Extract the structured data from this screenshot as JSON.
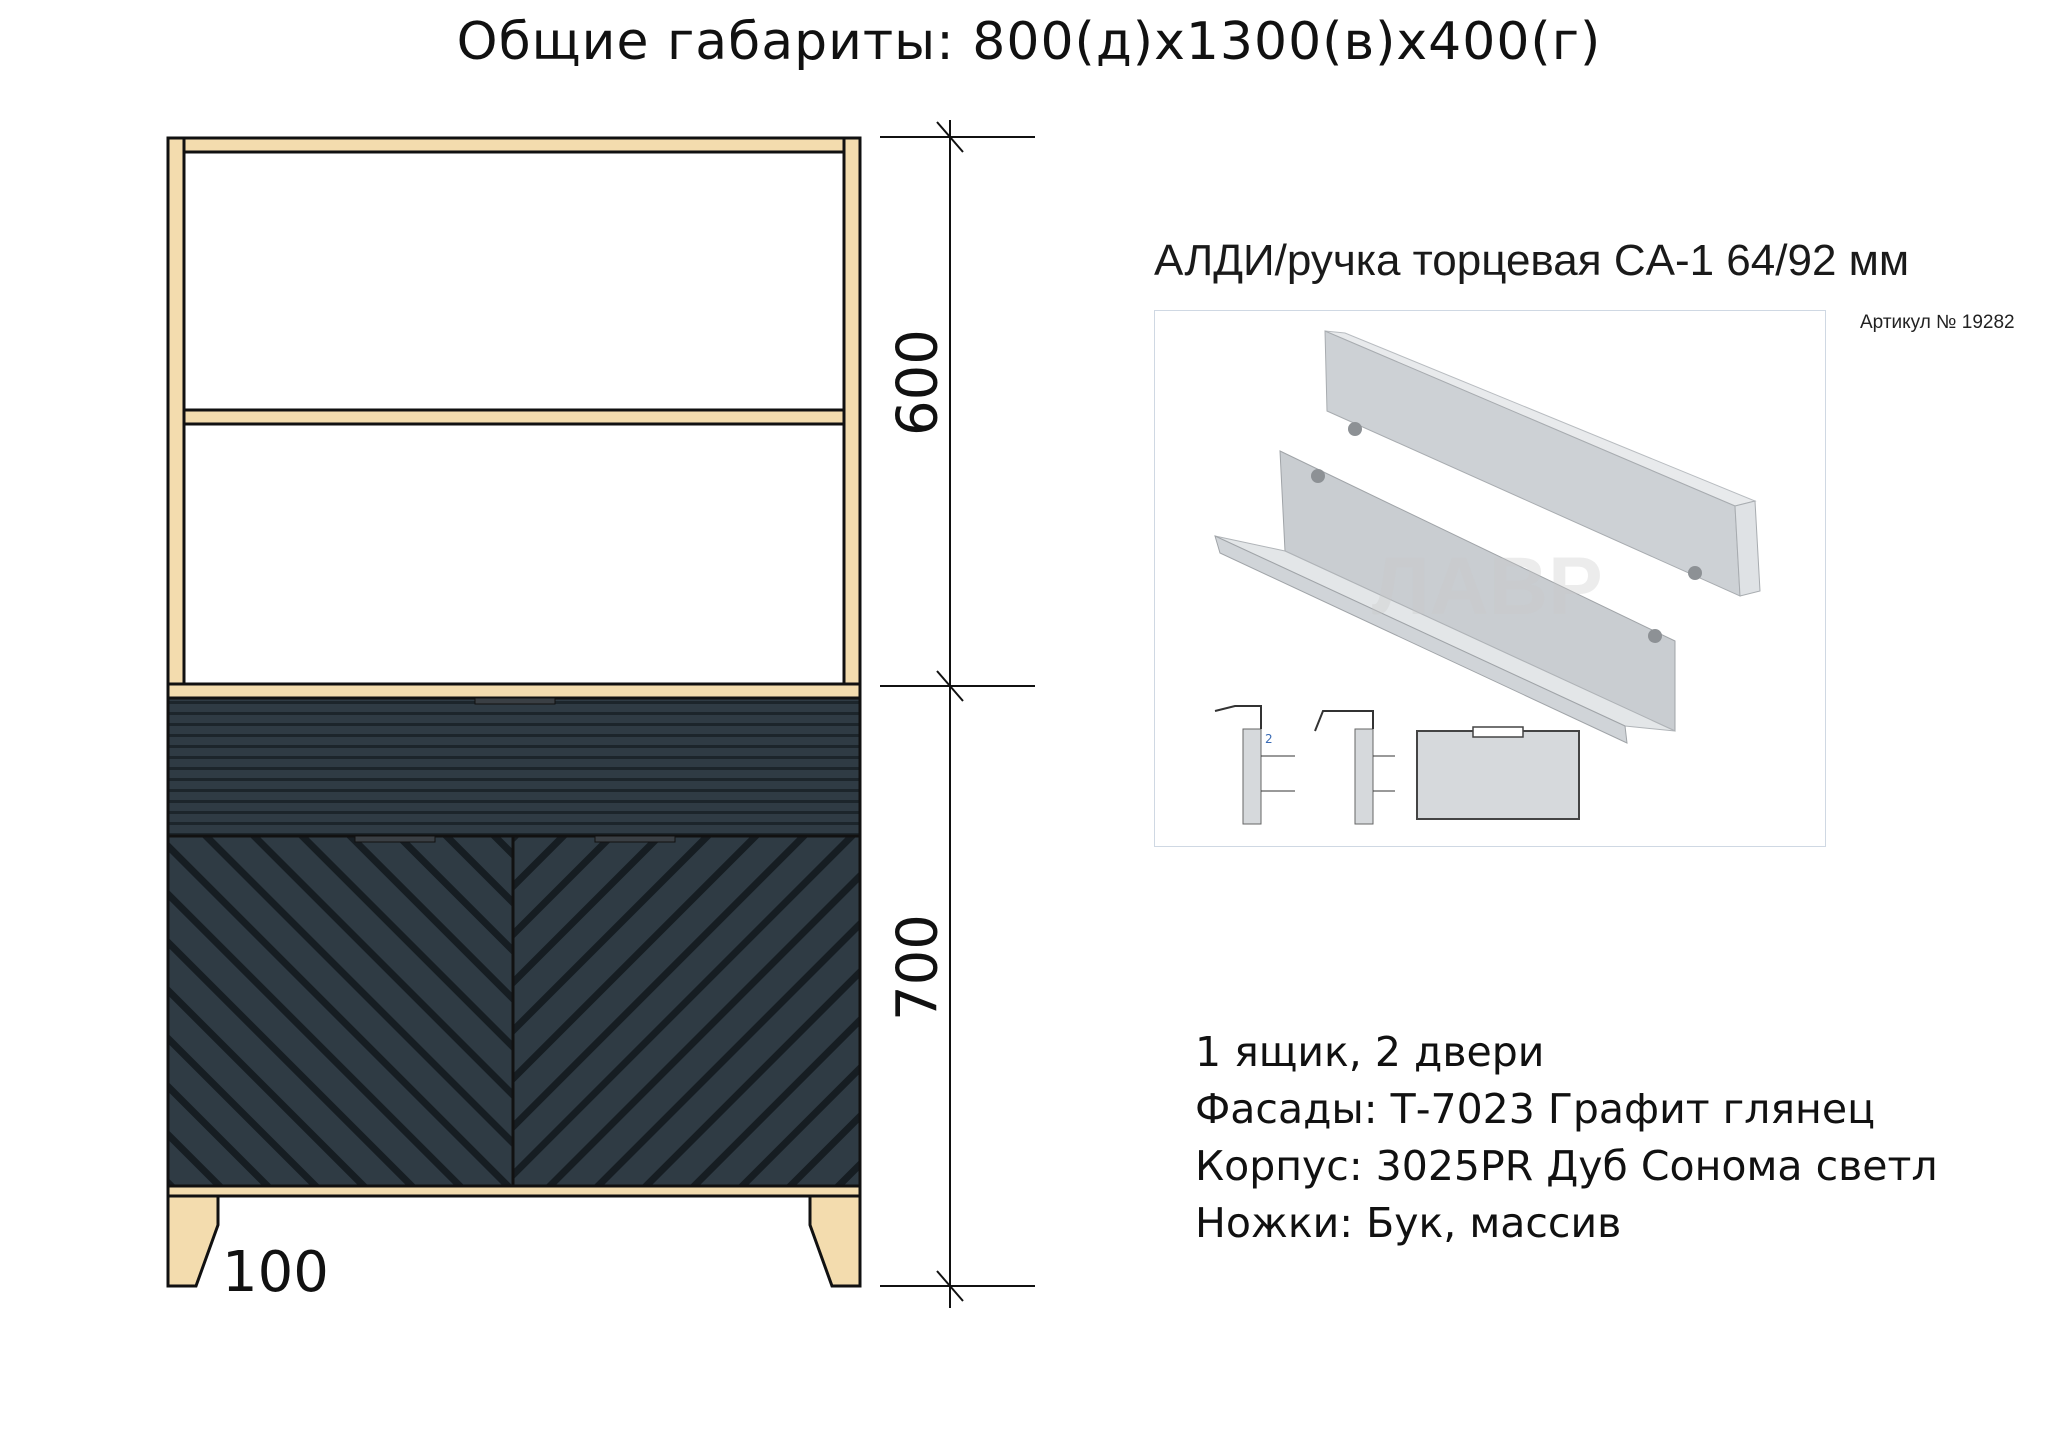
{
  "title": "Общие габариты: 800(д)х1300(в)х400(г)",
  "dimensions": {
    "upper": "600",
    "lower": "700",
    "legs": "100"
  },
  "handle": {
    "title": "АЛДИ/ручка торцевая CA-1 64/92 мм",
    "article": "Артикул № 19282",
    "watermark": "ЛАВР",
    "diagram_mark": "2"
  },
  "specs": {
    "line1": "1 ящик, 2 двери",
    "line2": "Фасады: Т-7023 Графит глянец",
    "line3": "Корпус: 3025PR Дуб Сонома светл",
    "line4": "Ножки: Бук, массив"
  },
  "colors": {
    "wood": "#f3dcae",
    "wood_edge": "#e8c98a",
    "facade": "#2f3b44",
    "facade_line": "#1a2228",
    "outline": "#111111",
    "metal": "#d9dcdf"
  }
}
